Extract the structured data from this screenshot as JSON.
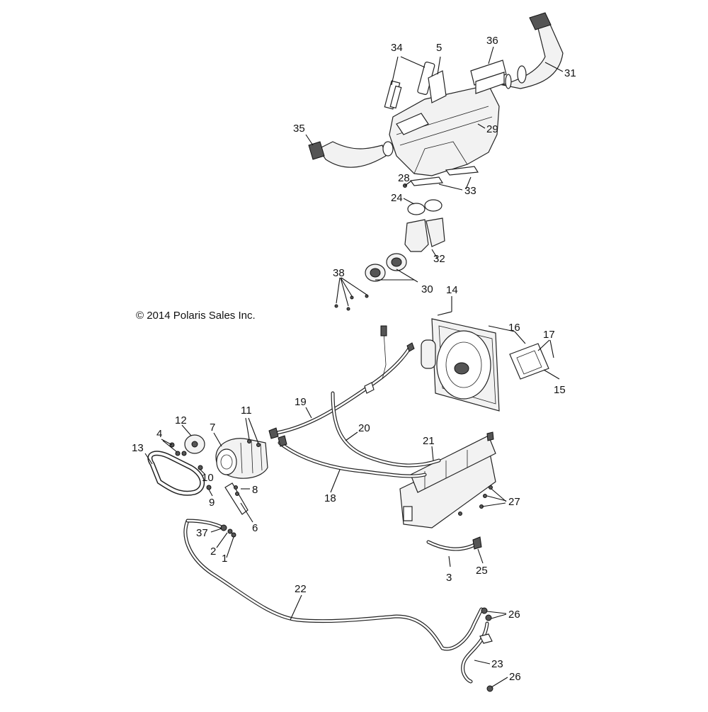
{
  "copyright": "© 2014 Polaris Sales Inc.",
  "callouts": [
    "34",
    "5",
    "36",
    "31",
    "35",
    "29",
    "28",
    "33",
    "24",
    "32",
    "38",
    "30",
    "14",
    "16",
    "17",
    "15",
    "11",
    "12",
    "4",
    "7",
    "13",
    "10",
    "9",
    "8",
    "6",
    "19",
    "20",
    "21",
    "18",
    "27",
    "37",
    "2",
    "1",
    "3",
    "25",
    "22",
    "26",
    "23",
    "26"
  ]
}
